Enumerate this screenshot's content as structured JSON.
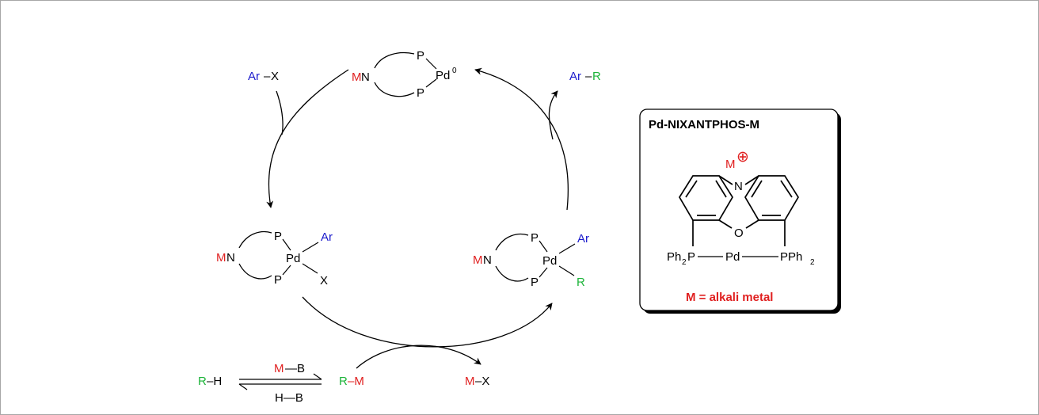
{
  "scheme": {
    "pd0_complex": {
      "metal": "M",
      "n": "N",
      "p_top": "P",
      "p_bottom": "P",
      "pd": "Pd",
      "pd_ox": "0"
    },
    "oxidative_reagent": {
      "ar": "Ar",
      "dash": "–",
      "x": "X"
    },
    "left_complex": {
      "metal": "M",
      "n": "N",
      "p_top": "P",
      "p_bottom": "P",
      "pd": "Pd",
      "ar": "Ar",
      "x": "X"
    },
    "right_complex": {
      "metal": "M",
      "n": "N",
      "p_top": "P",
      "p_bottom": "P",
      "pd": "Pd",
      "ar": "Ar",
      "r": "R"
    },
    "product": {
      "ar": "Ar",
      "dash": "–",
      "r": "R"
    },
    "deprotonation": {
      "rh_r": "R",
      "rh_h": "–H",
      "top_m": "M",
      "top_b": "—B",
      "bottom": "H—B",
      "rm_r": "R",
      "rm_m": "–M"
    },
    "byproduct": {
      "m": "M",
      "x": "–X"
    }
  },
  "legend_box": {
    "title": "Pd-NIXANTPHOS-M",
    "cation_metal": "M",
    "cation_sign": "⊕",
    "atom_n": "N",
    "atom_o": "O",
    "left_ph": "Ph",
    "left_sub": "2",
    "left_p": "P",
    "center_pd": "Pd",
    "right_pph": "PPh",
    "right_sub": "2",
    "footer": "M = alkali metal"
  },
  "colors": {
    "metal": "#e02020",
    "aryl": "#1a1acc",
    "alkyl": "#1db43a",
    "ink": "#000000",
    "frame": "#a6a6a6"
  }
}
